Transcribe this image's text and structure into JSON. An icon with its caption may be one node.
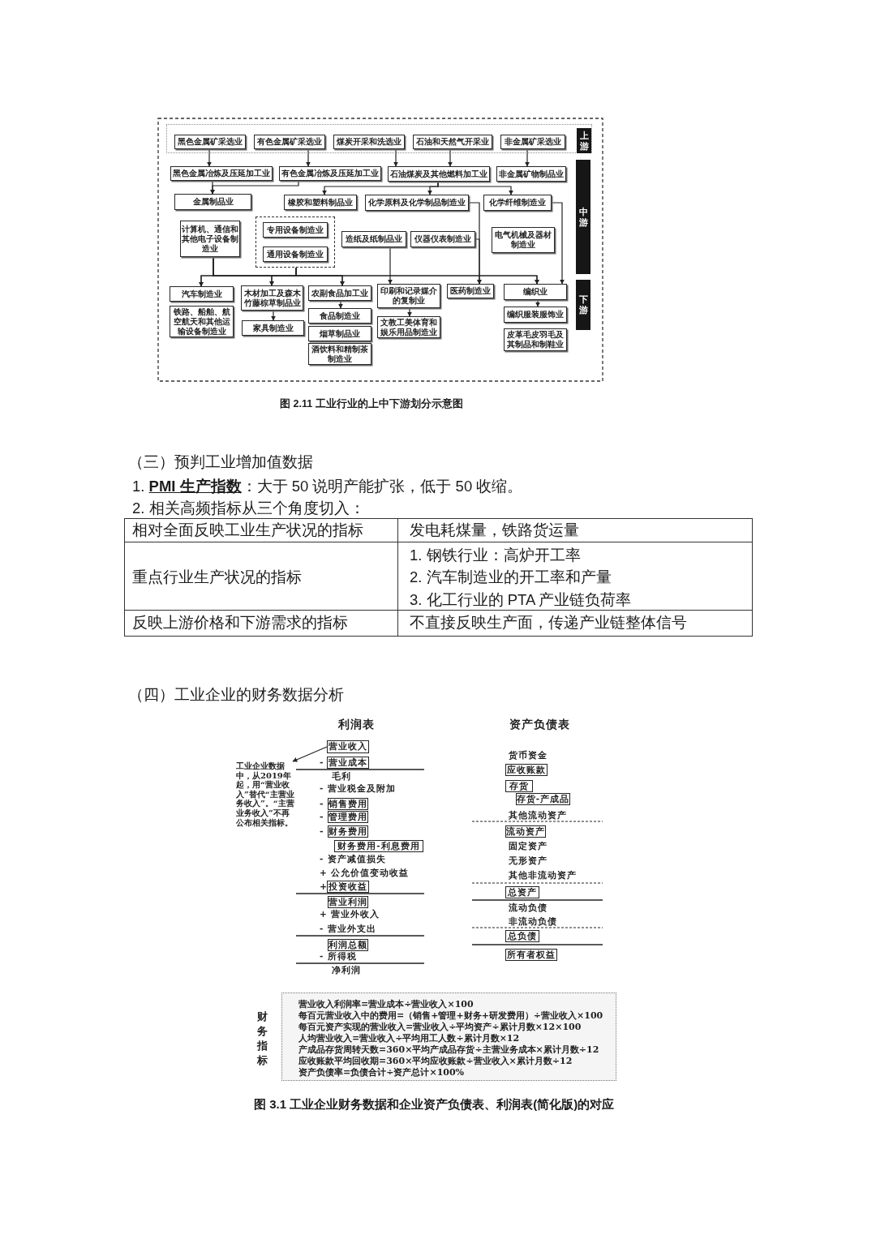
{
  "diagram": {
    "nodes": [
      {
        "text": [],
        "shape": "box"
      },
      {
        "text": [
          "黑色金属矿采选业"
        ],
        "in": 0
      },
      {
        "text": [
          "有色金属矿采选业"
        ],
        "in": 0
      },
      {
        "text": [
          "煤炭开采和洗选业"
        ],
        "in": 0
      },
      {
        "text": [
          "石油和天然气开采业"
        ],
        "in": 0
      },
      {
        "text": [
          "非金属矿采选业"
        ],
        "in": 0
      },
      {
        "text": [
          "上游"
        ],
        "in": 0
      },
      {
        "text": [
          "中游"
        ]
      },
      {
        "text": [
          "黑色金属冶炼及压延加工业"
        ]
      },
      {
        "text": [
          "有色金属冶炼及压延加工业"
        ]
      },
      {
        "text": [
          "石油煤炭及其他燃料加工业"
        ]
      },
      {
        "text": [
          "非金属矿物制品业"
        ]
      },
      {
        "text": [
          "金属制品业"
        ]
      },
      {
        "text": [
          "橡胶和塑料制品业"
        ]
      },
      {
        "text": [
          "化学原料及化学制品制造业"
        ]
      },
      {
        "text": [
          "化学纤维制造业"
        ]
      },
      {
        "text": [
          "计算机、通信和其他电子设备制造业"
        ]
      },
      {
        "text": [],
        "shape": "box"
      },
      {
        "text": [
          "专用设备制造业"
        ],
        "in": 17
      },
      {
        "text": [
          "通用设备制造业"
        ],
        "in": 17
      },
      {
        "text": [
          "造纸及纸制品业"
        ]
      },
      {
        "text": [
          "仪器仪表制造业"
        ]
      },
      {
        "text": [
          "电气机械及器材制造业"
        ]
      },
      {
        "text": [
          "下游"
        ]
      },
      {
        "text": [
          "汽车制造业"
        ]
      },
      {
        "text": [
          "木材加工及森木竹藤棕草制品业"
        ]
      },
      {
        "text": [
          "农副食品加工业"
        ]
      },
      {
        "text": [
          "印刷和记录媒介的复制业"
        ]
      },
      {
        "text": [
          "医药制造业"
        ]
      },
      {
        "text": [
          "编织业"
        ]
      },
      {
        "text": [
          "铁路、船舶、航空航天和其他运输设备制造业"
        ]
      },
      {
        "text": [
          "家具制造业"
        ]
      },
      {
        "text": [
          "食品制造业"
        ]
      },
      {
        "text": [
          "文教工美体育和娱乐用品制造业"
        ]
      },
      {
        "text": [
          "编织服装服饰业"
        ]
      },
      {
        "text": [
          "烟草制品业"
        ]
      },
      {
        "text": [
          "皮革毛皮羽毛及其制品和制鞋业"
        ]
      },
      {
        "text": [
          "酒饮料和精制茶制造业"
        ]
      },
      {
        "text": [
          "营业收入"
        ]
      },
      {
        "text": [
          "工业企业数据中，从2019年起，用“营业收入”替代“主营业务收入”。“主营业务收入”不再公布相关指标。"
        ]
      },
      {
        "text": [
          "营业成本"
        ],
        "beside": [
          "-"
        ]
      },
      {
        "text": [
          "销售费用"
        ],
        "beside": [
          "-"
        ]
      },
      {
        "text": [
          "管理费用"
        ],
        "beside": [
          "-"
        ]
      },
      {
        "text": [
          "财务费用"
        ],
        "beside": [
          "-"
        ]
      },
      {
        "text": [
          "财务费用-利息费用"
        ]
      },
      {
        "text": [
          "投资收益"
        ],
        "beside": [
          "+"
        ]
      },
      {
        "text": [
          "营业利润"
        ]
      },
      {
        "text": [
          "利润总额"
        ]
      },
      {
        "text": [
          "应收账款"
        ]
      },
      {
        "text": [
          "存货"
        ]
      },
      {
        "text": [
          "存货-产成品"
        ]
      },
      {
        "text": [
          "流动资产"
        ]
      },
      {
        "text": [
          "总资产"
        ]
      },
      {
        "text": [
          "总负债"
        ]
      },
      {
        "text": [
          "所有者权益"
        ]
      },
      {
        "text": [
          "营业收入利润率=营业成本÷营业收入×100",
          "每百元营业收入中的费用=（销售+管理+财务+研发费用）÷营业收入×100",
          "每百元资产实现的营业收入=营业收入÷平均资产÷累计月数×12×100",
          "人均营业收入=营业收入÷平均用工人数÷累计月数×12",
          "产成品存货周转天数=360×平均产成品存货÷主营业务成本×累计月数÷12",
          "应收账款平均回收期=360×平均应收账款÷营业收入×累计月数÷12",
          "资产负债率=负债合计÷资产总计×100%"
        ],
        "beside": [
          "财务指标"
        ]
      }
    ],
    "edges": [
      {
        "from": 1,
        "to": 8,
        "arrow": "to"
      },
      {
        "from": 2,
        "to": 9,
        "arrow": "to"
      },
      {
        "from": 3,
        "to": 10,
        "arrow": "to"
      },
      {
        "from": 4,
        "to": 10,
        "arrow": "to"
      },
      {
        "from": 5,
        "to": 11,
        "arrow": "to"
      },
      {
        "from": 8,
        "to": 12,
        "arrow": "to"
      },
      {
        "from": 9,
        "to": 12,
        "arrow": "to"
      },
      {
        "from": 10,
        "to": 13,
        "arrow": "to"
      },
      {
        "from": 10,
        "to": 14,
        "arrow": "to"
      },
      {
        "from": 10,
        "to": 15,
        "arrow": "to"
      },
      {
        "from": 14,
        "to": 28,
        "arrow": "to"
      },
      {
        "from": 21,
        "to": 28,
        "arrow": "to"
      },
      {
        "from": 15,
        "to": 29,
        "arrow": "to"
      },
      {
        "from": 16,
        "to": 24,
        "arrow": "to"
      },
      {
        "from": 16,
        "to": 25,
        "arrow": "to"
      },
      {
        "from": 16,
        "to": 26,
        "arrow": "to"
      },
      {
        "from": 16,
        "to": 29,
        "arrow": "to"
      },
      {
        "from": 17,
        "to": 24,
        "arrow": "to"
      },
      {
        "from": 17,
        "to": 25,
        "arrow": "to"
      },
      {
        "from": 17,
        "to": 26,
        "arrow": "to"
      },
      {
        "from": 17,
        "to": 29,
        "arrow": "to"
      },
      {
        "from": 20,
        "to": 27,
        "arrow": "to"
      },
      {
        "from": 25,
        "to": 31,
        "arrow": "to"
      },
      {
        "from": 26,
        "to": 32,
        "arrow": "to"
      },
      {
        "from": 27,
        "to": 33,
        "arrow": "to"
      },
      {
        "from": 29,
        "to": 34,
        "arrow": "to"
      },
      {
        "from": 38,
        "to": 39,
        "arrow": "to"
      }
    ],
    "labels": [
      "图 2.11 工业行业的上中下游划分示意图",
      "（三）预判工业增加值数据",
      "1. **PMI 生产指数**：大于 50 说明产能扩张，低于 50 收缩。",
      "2. 相关高频指标从三个角度切入：",
      "相对全面反映工业生产状况的指标",
      "发电耗煤量，铁路货运量",
      "重点行业生产状况的指标",
      "1. 钢铁行业：高炉开工率",
      "2. 汽车制造业的开工率和产量",
      "3. 化工行业的 PTA 产业链负荷率",
      "反映上游价格和下游需求的指标",
      "不直接反映生产面，传递产业链整体信号",
      "（四）工业企业的财务数据分析",
      "利润表",
      "资产负债表",
      "毛利",
      "- 营业税金及附加",
      "- 资产减值损失",
      "+ 公允价值变动收益",
      "+ 营业外收入",
      "- 营业外支出",
      "- 所得税",
      "净利润",
      "货币资金",
      "其他流动资产",
      "固定资产",
      "无形资产",
      "其他非流动资产",
      "流动负债",
      "非流动负债",
      "图 3.1 工业企业财务数据和企业资产负债表、利润表(简化版)的对应"
    ]
  }
}
